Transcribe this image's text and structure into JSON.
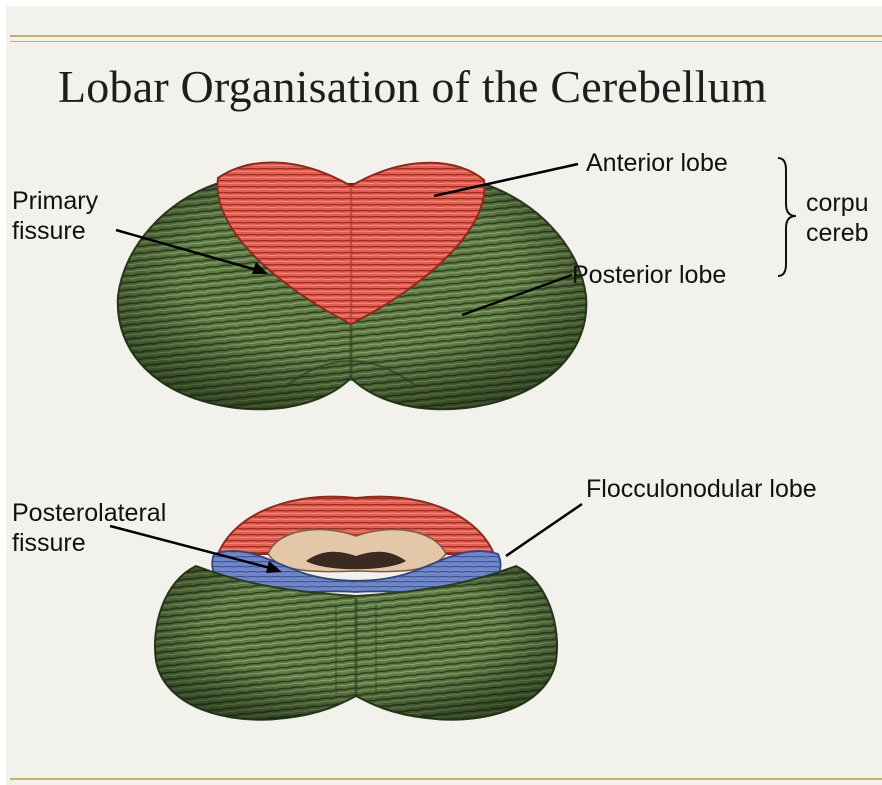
{
  "title": "Lobar Organisation of the Cerebellum",
  "labels": {
    "primary_fissure": [
      "Primary",
      "fissure"
    ],
    "anterior_lobe": "Anterior lobe",
    "posterior_lobe": "Posterior lobe",
    "corpus_cerebelli": [
      "corpu",
      "cereb"
    ],
    "posterolateral_fissure": [
      "Posterolateral",
      "fissure"
    ],
    "flocculonodular_lobe": "Flocculonodular lobe"
  },
  "colors": {
    "background": "#f3f1ec",
    "rule": "#c6ad73",
    "anterior_lobe": "#e35d50",
    "posterior_lobe": "#5f7a44",
    "flocculonodular_lobe": "#6f86c8",
    "brainstem_section": "#e3c7a8"
  }
}
